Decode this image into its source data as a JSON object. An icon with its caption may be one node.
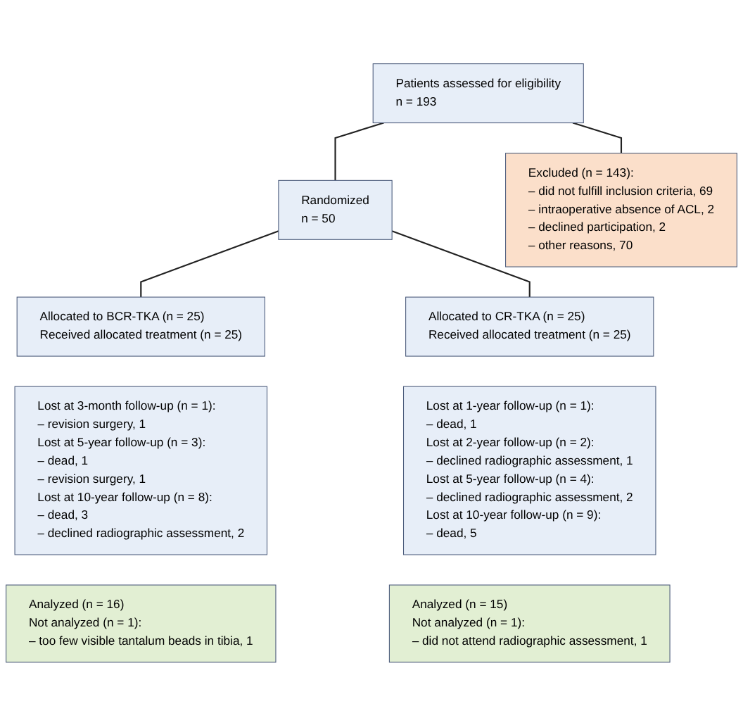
{
  "diagram": {
    "nodes": [
      {
        "text": [
          "Patients assessed for eligibility",
          "n = 193"
        ]
      },
      {
        "text": [
          "Excluded (n = 143):",
          "– did not fulfill inclusion criteria, 69",
          "– intraoperative absence of ACL, 2",
          "– declined participation, 2",
          "– other reasons, 70"
        ]
      },
      {
        "text": [
          "Randomized",
          "n = 50"
        ]
      },
      {
        "text": [
          "Allocated to BCR-TKA (n = 25)",
          "Received allocated treatment (n = 25)"
        ]
      },
      {
        "text": [
          "Allocated to CR-TKA (n = 25)",
          "Received allocated treatment (n = 25)"
        ]
      },
      {
        "text": [
          "Lost at 3-month follow-up (n = 1):",
          "– revision surgery, 1",
          "Lost at 5-year follow-up (n = 3):",
          "– dead, 1",
          "– revision surgery, 1",
          "Lost at 10-year follow-up (n = 8):",
          "– dead, 3",
          "– declined radiographic assessment, 2"
        ]
      },
      {
        "text": [
          "Lost at 1-year follow-up (n = 1):",
          "– dead, 1",
          "Lost at 2-year follow-up (n = 2):",
          "– declined radiographic assessment, 1",
          "Lost at 5-year follow-up (n = 4):",
          "– declined radiographic assessment, 2",
          "Lost at 10-year follow-up (n = 9):",
          "– dead, 5"
        ]
      },
      {
        "text": [
          "Analyzed (n = 16)",
          "Not analyzed (n = 1):",
          "– too few visible tantalum beads in tibia, 1"
        ]
      },
      {
        "text": [
          "Analyzed (n = 15)",
          "Not analyzed (n = 1):",
          "– did not attend radiographic assessment, 1"
        ]
      }
    ],
    "edges": [
      {
        "from": 0,
        "to": 1,
        "arrow": "none"
      },
      {
        "from": 0,
        "to": 2,
        "arrow": "none"
      },
      {
        "from": 2,
        "to": 3,
        "arrow": "none"
      },
      {
        "from": 2,
        "to": 4,
        "arrow": "none"
      }
    ]
  }
}
